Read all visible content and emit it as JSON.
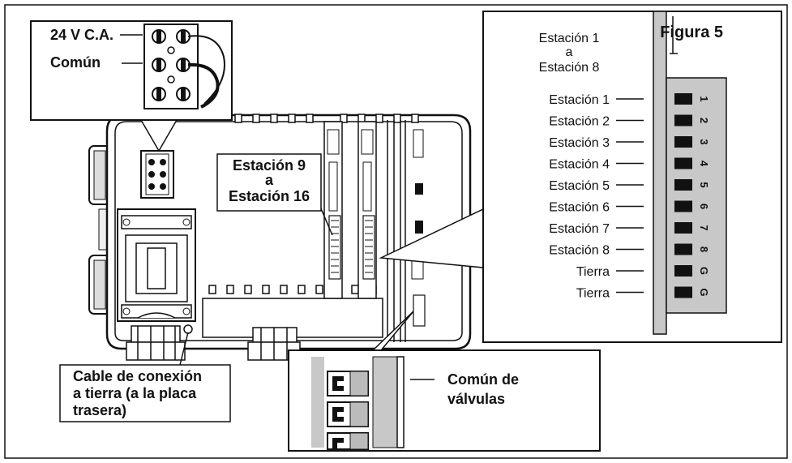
{
  "figure": {
    "title": "Figura 5"
  },
  "inset_power": {
    "label_24v": "24 V C.A.",
    "label_comun": "Común"
  },
  "callout_stations_9_16": {
    "line1": "Estación 9",
    "line2": "a",
    "line3": "Estación 16"
  },
  "callout_ground": {
    "line1": "Cable de conexión",
    "line2": "a tierra (a la placa",
    "line3": "trasera)"
  },
  "inset_common": {
    "line1": "Común de",
    "line2": "válvulas"
  },
  "inset_stations_1_8": {
    "header_line1": "Estación 1",
    "header_line2": "a",
    "header_line3": "Estación 8",
    "terminals": [
      {
        "label": "Estación 1",
        "pin": "1"
      },
      {
        "label": "Estación 2",
        "pin": "2"
      },
      {
        "label": "Estación 3",
        "pin": "3"
      },
      {
        "label": "Estación 4",
        "pin": "4"
      },
      {
        "label": "Estación 5",
        "pin": "5"
      },
      {
        "label": "Estación 6",
        "pin": "6"
      },
      {
        "label": "Estación 7",
        "pin": "7"
      },
      {
        "label": "Estación 8",
        "pin": "8"
      },
      {
        "label": "Tierra",
        "pin": "G"
      },
      {
        "label": "Tierra",
        "pin": "G"
      }
    ]
  },
  "colors": {
    "line": "#111111",
    "panel_gray": "#c8c8c8",
    "dark_gray": "#8a8a8a",
    "terminal_black": "#111111"
  }
}
